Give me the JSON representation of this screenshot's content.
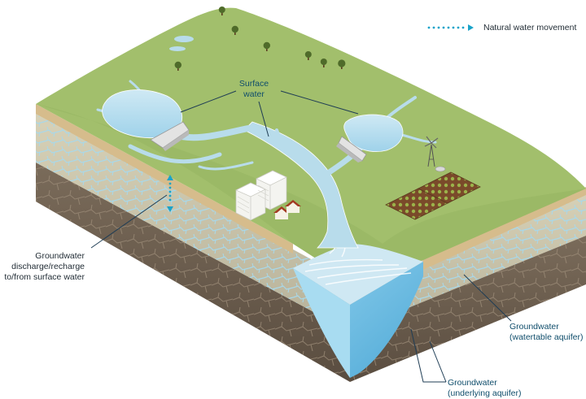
{
  "legend": {
    "label": "Natural water movement",
    "color": "#1aa3c9"
  },
  "labels": {
    "surface_water": [
      "Surface",
      "water"
    ],
    "groundwater_exchange": [
      "Groundwater",
      "discharge/recharge",
      "to/from surface water"
    ],
    "watertable_aquifer": [
      "Groundwater",
      "(watertable aquifer)"
    ],
    "underlying_aquifer": [
      "Groundwater",
      "(underlying aquifer)"
    ]
  },
  "colors": {
    "land": "#9fbd6b",
    "water": "#b8dceb",
    "deep_water": "#6fbfe3",
    "rock_upper": "#c9c3a9",
    "rock_lower": "#6e6050",
    "soil_band": "#d4b98a"
  }
}
